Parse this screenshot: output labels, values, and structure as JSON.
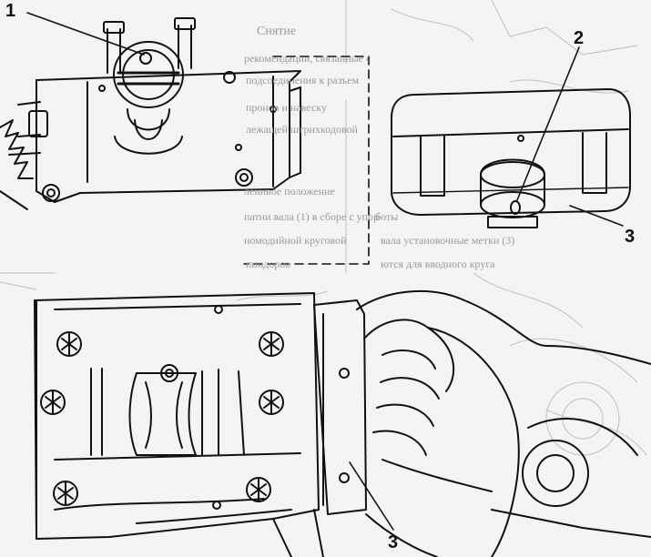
{
  "labels": {
    "callout_1": "1",
    "callout_2": "2",
    "callout_3_top": "3",
    "callout_3_bottom": "3"
  },
  "bleed_text": {
    "heading": "Снятие",
    "line_1": "рекомендации, связанные с",
    "line_2": "подсоединения к разъем",
    "line_3": "пронов и навеску",
    "line_4": "лежащей штрихкодовой",
    "line_5": "ленивое положение",
    "line_6": "патни вала (1) в сборе с упор-",
    "line_7": "номодийной круговой",
    "line_8": "пиндоров",
    "line_9": "боты",
    "line_10": "вала установочные метки (3)",
    "line_11": "ются для вводного круга"
  },
  "colors": {
    "ink": "#111111",
    "paper": "#f4f4f2",
    "bleed": "#9a9a9a"
  }
}
